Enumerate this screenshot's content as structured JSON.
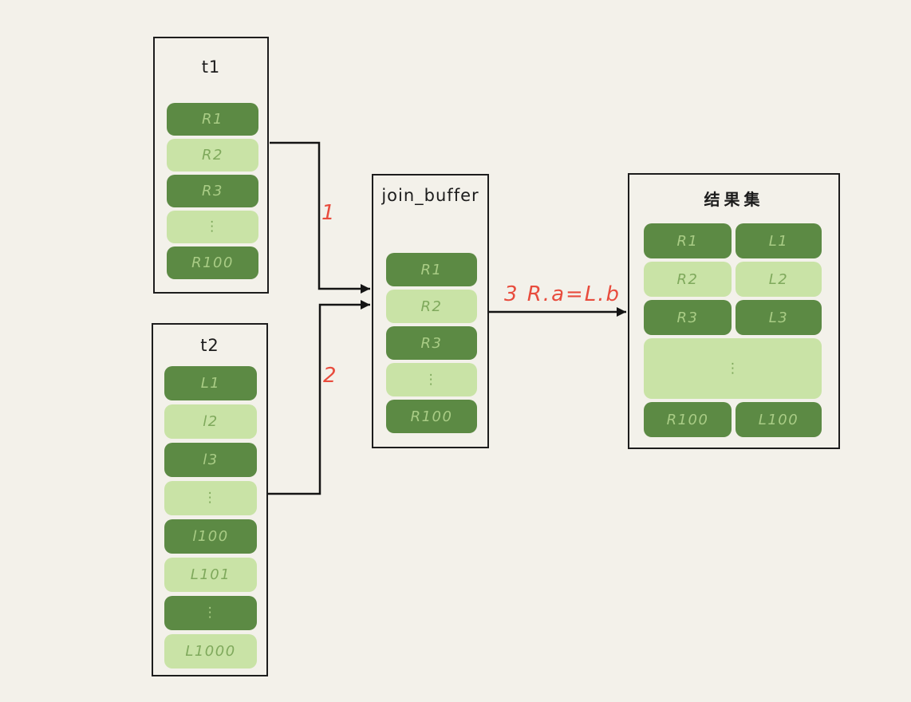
{
  "diagram": {
    "background_color": "#f3f1ea",
    "colors": {
      "row_dark": "#5c8a44",
      "row_light": "#c9e3a6",
      "text_on_dark": "#a9cc85",
      "text_on_light": "#7fa95c",
      "border": "#1d1d1d",
      "arrow": "#141414",
      "red_label": "#e84c3d"
    }
  },
  "t1": {
    "title": "t1",
    "rows": [
      {
        "label": "R1",
        "variant": "dark"
      },
      {
        "label": "R2",
        "variant": "light"
      },
      {
        "label": "R3",
        "variant": "dark"
      },
      {
        "label": "⋮",
        "variant": "light"
      },
      {
        "label": "R100",
        "variant": "dark"
      }
    ]
  },
  "t2": {
    "title": "t2",
    "rows": [
      {
        "label": "L1",
        "variant": "dark"
      },
      {
        "label": "l2",
        "variant": "light"
      },
      {
        "label": "l3",
        "variant": "dark"
      },
      {
        "label": "⋮",
        "variant": "light"
      },
      {
        "label": "l100",
        "variant": "dark"
      },
      {
        "label": "L101",
        "variant": "light"
      },
      {
        "label": "⋮",
        "variant": "dark"
      },
      {
        "label": "L1000",
        "variant": "light"
      }
    ]
  },
  "join_buffer": {
    "title": "join_buffer",
    "rows": [
      {
        "label": "R1",
        "variant": "dark"
      },
      {
        "label": "R2",
        "variant": "light"
      },
      {
        "label": "R3",
        "variant": "dark"
      },
      {
        "label": "⋮",
        "variant": "light"
      },
      {
        "label": "R100",
        "variant": "dark"
      }
    ]
  },
  "result": {
    "title": "结果集",
    "rows": [
      {
        "r": "R1",
        "l": "L1",
        "variant": "dark"
      },
      {
        "r": "R2",
        "l": "L2",
        "variant": "light"
      },
      {
        "r": "R3",
        "l": "L3",
        "variant": "dark"
      },
      {
        "dots": "⋮",
        "variant": "light"
      },
      {
        "r": "R100",
        "l": "L100",
        "variant": "dark"
      }
    ]
  },
  "arrows": {
    "step1": "1",
    "step2": "2",
    "step3": "3  R.a=L.b"
  }
}
